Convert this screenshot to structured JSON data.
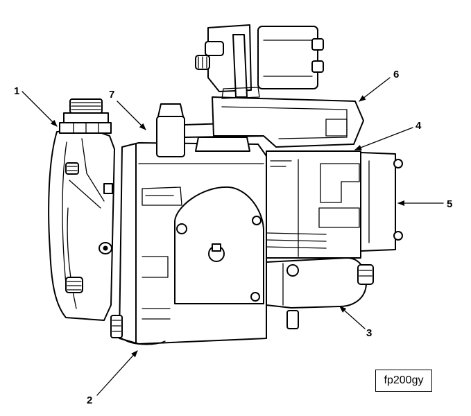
{
  "callouts": [
    {
      "id": "1",
      "label": "1"
    },
    {
      "id": "2",
      "label": "2"
    },
    {
      "id": "3",
      "label": "3"
    },
    {
      "id": "4",
      "label": "4"
    },
    {
      "id": "5",
      "label": "5"
    },
    {
      "id": "6",
      "label": "6"
    },
    {
      "id": "7",
      "label": "7"
    }
  ],
  "figure_id": "fp200gy"
}
